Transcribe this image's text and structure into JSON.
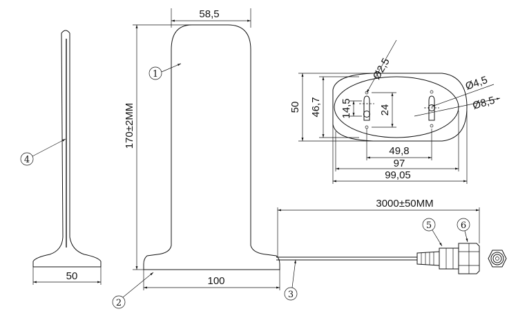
{
  "dimensions": {
    "top_width": "58,5",
    "height": "170±2MM",
    "base_width": "100",
    "side_base": "50",
    "hole_small": "Ø2,5",
    "hole_medium": "Ø4,5",
    "hole_large": "Ø8,5",
    "mount_height_50": "50",
    "mount_height_467": "46,7",
    "slot_145": "14,5",
    "slot_24": "24",
    "span_498": "49,8",
    "span_97": "97",
    "span_9905": "99,05",
    "cable_length": "3000±50MM"
  },
  "callouts": [
    "1",
    "2",
    "3",
    "4",
    "5",
    "6"
  ],
  "colors": {
    "line": "#111111",
    "background": "#ffffff"
  }
}
